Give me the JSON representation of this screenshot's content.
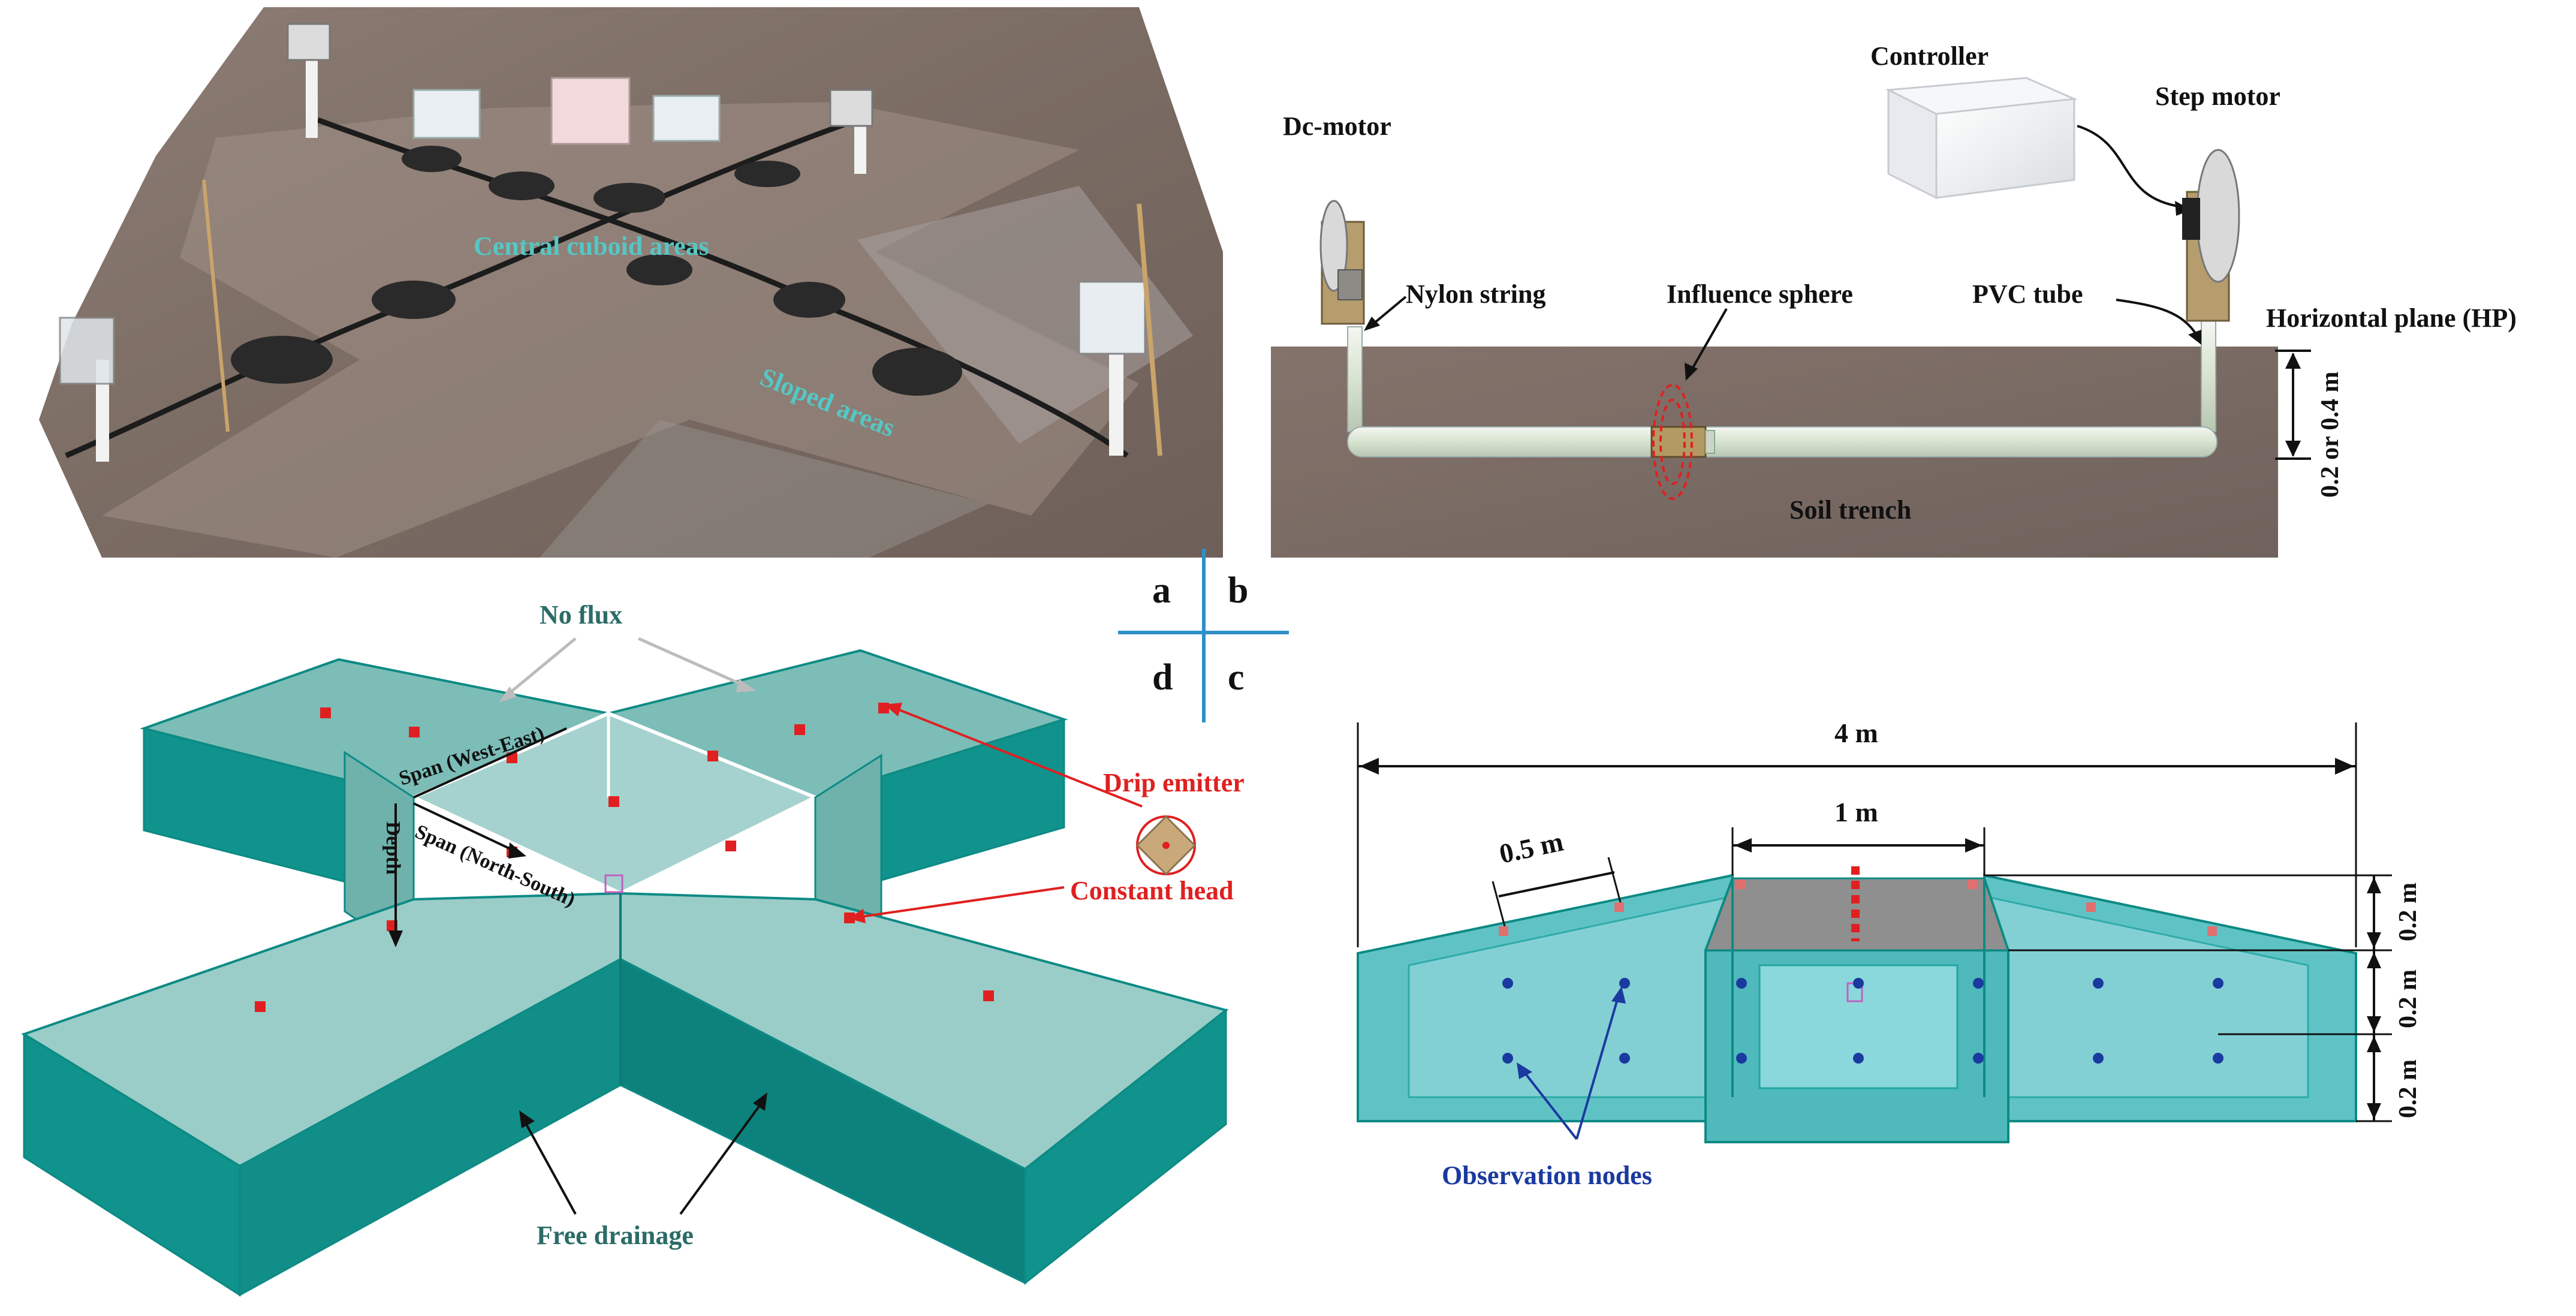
{
  "panel_letters": [
    "a",
    "b",
    "d",
    "c"
  ],
  "panel_a": {
    "labels": {
      "central": "Central cuboid areas",
      "sloped": "Sloped areas"
    }
  },
  "panel_b": {
    "labels": {
      "controller": "Controller",
      "step_motor": "Step motor",
      "dc_motor": "Dc-motor",
      "nylon": "Nylon string",
      "influence": "Influence sphere",
      "pvc": "PVC tube",
      "hp": "Horizontal plane (HP)",
      "depth": "0.2 or 0.4 m",
      "trench": "Soil trench"
    }
  },
  "panel_d": {
    "labels": {
      "no_flux": "No flux",
      "span_we": "Span (West-East)",
      "span_ns": "Span (North-South)",
      "depth": "Depth",
      "drip": "Drip emitter",
      "constant": "Constant head",
      "free": "Free drainage"
    }
  },
  "panel_c": {
    "labels": {
      "width4": "4 m",
      "width1": "1 m",
      "width05": "0.5 m",
      "h1": "0.2 m",
      "h2": "0.2 m",
      "h3": "0.2 m",
      "obs": "Observation nodes"
    }
  },
  "colors": {
    "teal_dark": "#0d8a84",
    "teal_face": "#5fb3ae",
    "teal_light": "#8fd0d4",
    "label_teal": "#2b6b66",
    "red": "#e02020",
    "blue": "#1a3aa0",
    "soil": "#7a6a62"
  }
}
